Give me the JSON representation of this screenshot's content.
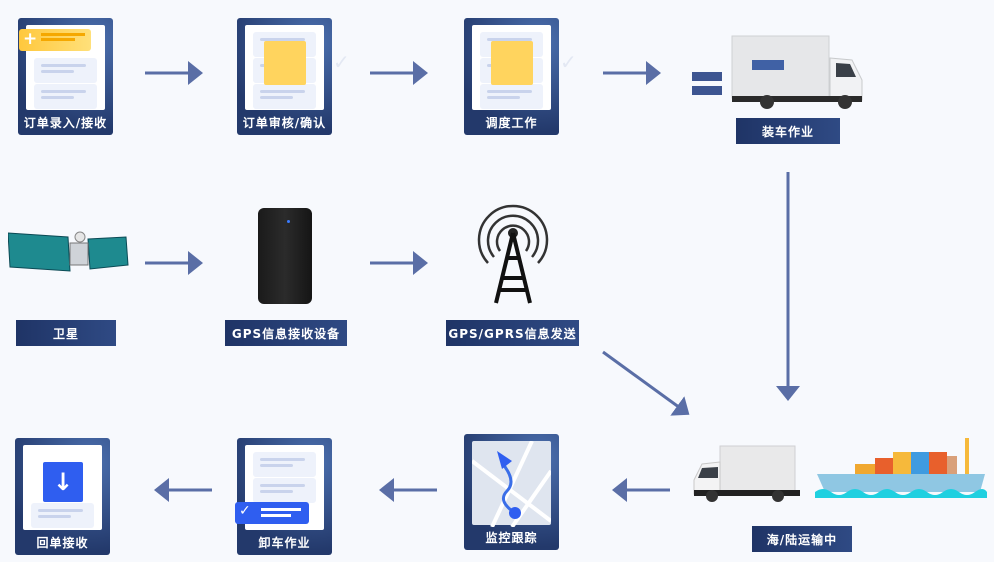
{
  "steps": {
    "order_entry": "订单录入/接收",
    "order_review": "订单审核/确认",
    "dispatch": "调度工作",
    "loading": "装车作业",
    "satellite": "卫星",
    "gps_device": "GPS信息接收设备",
    "gps_send": "GPS/GPRS信息发送",
    "transport": "海/陆运输中",
    "monitor": "监控跟踪",
    "unloading": "卸车作业",
    "receipt": "回单接收"
  },
  "colors": {
    "arrow": "#5a6ea6",
    "card": "#23396b",
    "accent": "#ffd45e"
  }
}
